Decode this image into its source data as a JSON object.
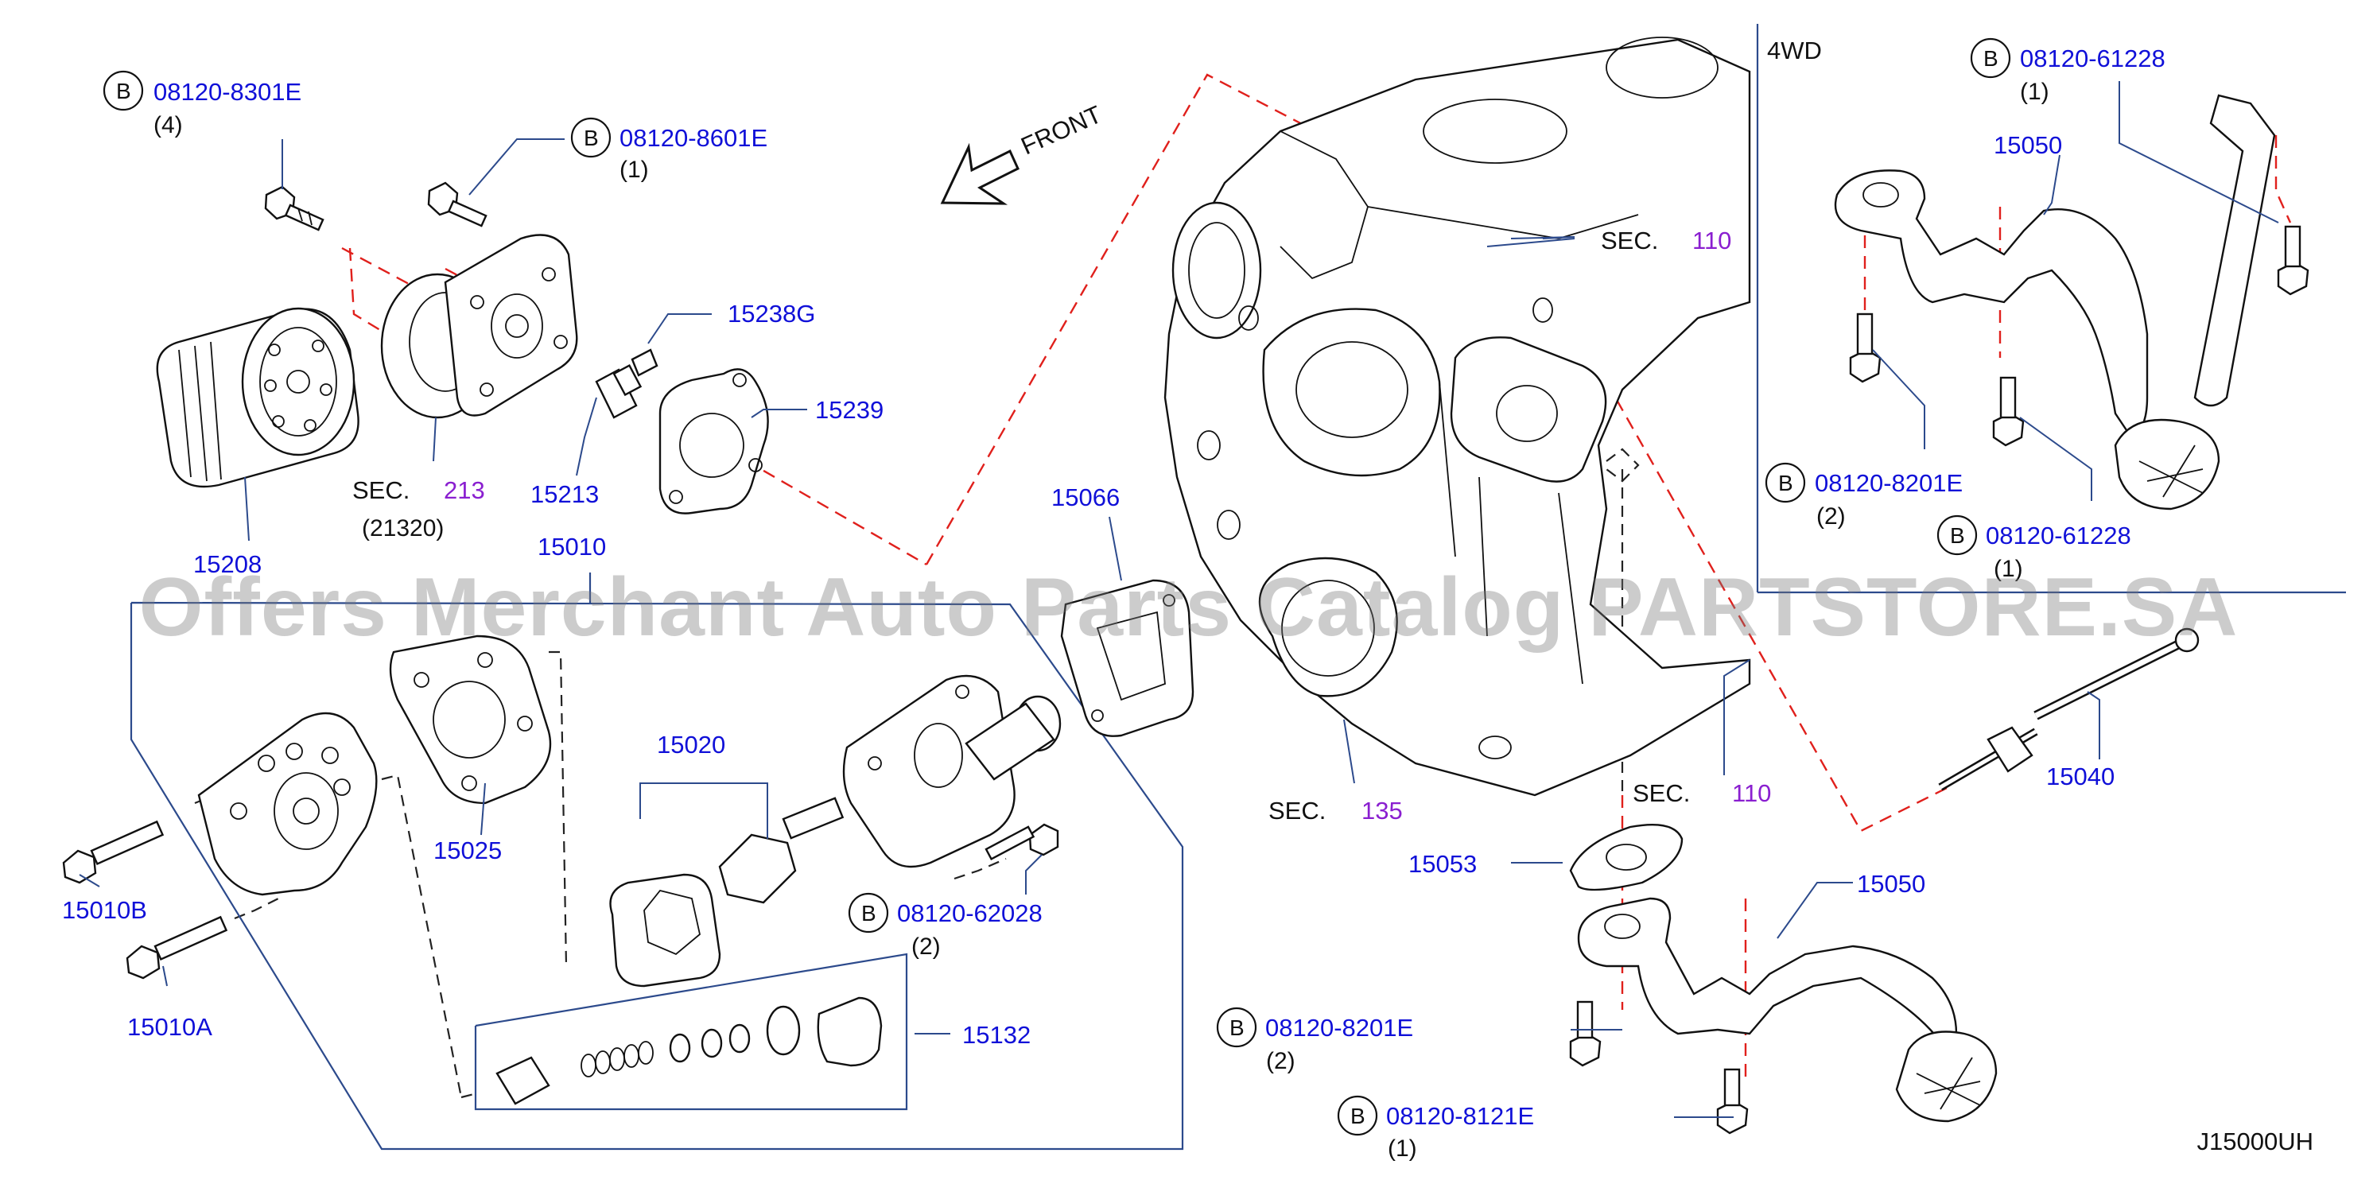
{
  "diagram": {
    "code": "J15000UH",
    "watermark": "Offers Merchant Auto Parts Catalog PARTSTORE.SA",
    "front_label": "FRONT",
    "variant_label": "4WD",
    "bolt_marker": "B",
    "section_prefix": "SEC.",
    "sections": [
      {
        "num": "213",
        "sub": "(21320)"
      },
      {
        "num": "110"
      },
      {
        "num": "135"
      },
      {
        "num": "110"
      }
    ],
    "parts": [
      {
        "num": "08120-8301E",
        "qty": "(4)"
      },
      {
        "num": "08120-8601E",
        "qty": "(1)"
      },
      {
        "num": "15238G"
      },
      {
        "num": "15239"
      },
      {
        "num": "15213"
      },
      {
        "num": "15208"
      },
      {
        "num": "15010"
      },
      {
        "num": "15066"
      },
      {
        "num": "15020"
      },
      {
        "num": "15025"
      },
      {
        "num": "15010B"
      },
      {
        "num": "15010A"
      },
      {
        "num": "08120-62028",
        "qty": "(2)"
      },
      {
        "num": "15132"
      },
      {
        "num": "15053"
      },
      {
        "num": "15050"
      },
      {
        "num": "08120-8201E",
        "qty": "(2)"
      },
      {
        "num": "08120-8121E",
        "qty": "(1)"
      },
      {
        "num": "08120-61228",
        "qty": "(1)"
      },
      {
        "num": "15050"
      },
      {
        "num": "08120-8201E",
        "qty": "(2)"
      },
      {
        "num": "08120-61228",
        "qty": "(1)"
      },
      {
        "num": "15040"
      }
    ]
  }
}
